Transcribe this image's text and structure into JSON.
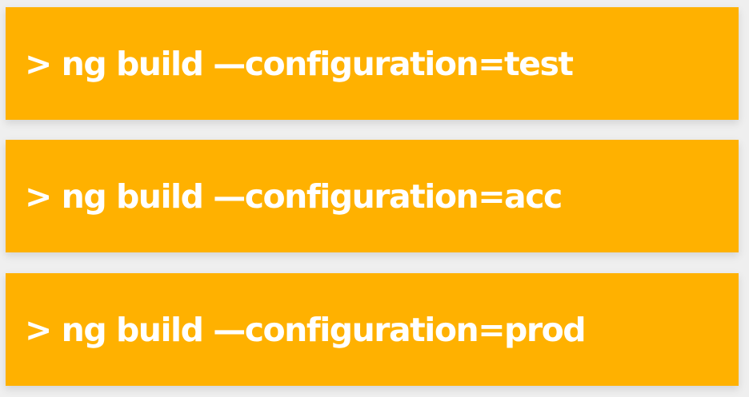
{
  "colors": {
    "block_background": "#ffb100",
    "text": "#ffffff",
    "page_background": "#efefef"
  },
  "commands": [
    {
      "text": "> ng build —configuration=test"
    },
    {
      "text": "> ng build —configuration=acc"
    },
    {
      "text": "> ng build —configuration=prod"
    }
  ]
}
